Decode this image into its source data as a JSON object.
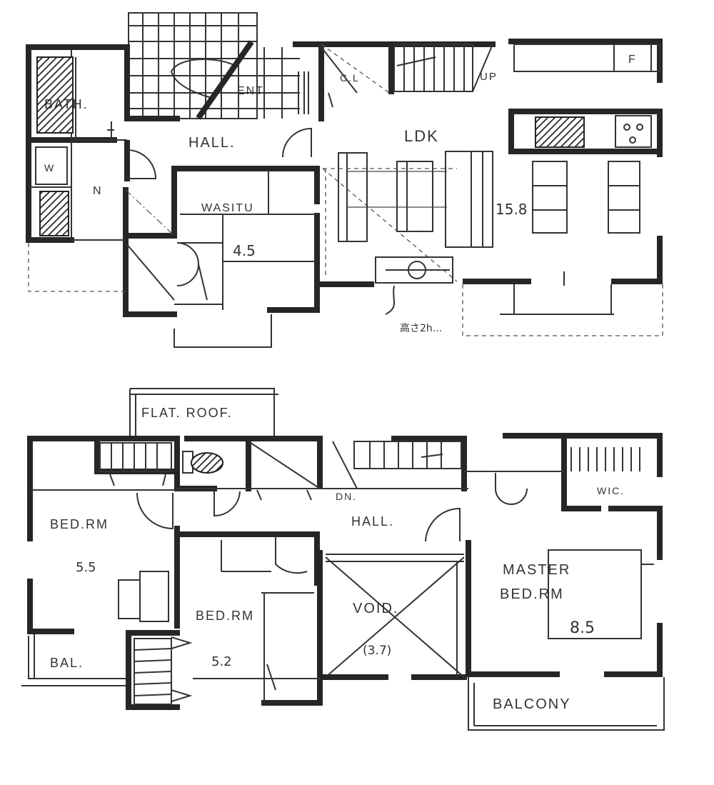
{
  "ground_floor": {
    "rooms": {
      "bath": "BATH.",
      "washer": "W",
      "closet": "N",
      "hall": "HALL.",
      "entry": "ENT.",
      "cloak": "C.L",
      "up": "UP",
      "fridge": "F",
      "ldk": "LDK",
      "ldk_area": "15.8",
      "washitsu": "WASITU",
      "washitsu_area": "4.5",
      "note": "高さ2h..."
    }
  },
  "upper_floor": {
    "rooms": {
      "flat_roof": "FLAT. ROOF.",
      "bed1": "BED.RM",
      "bed1_area": "5.5",
      "bal_small": "BAL.",
      "down": "DN.",
      "hall": "HALL.",
      "bed2": "BED.RM",
      "bed2_area": "5.2",
      "void": "VOID.",
      "void_area": "(3.7)",
      "wic": "WIC.",
      "master": "MASTER",
      "master_sub": "BED.RM",
      "master_area": "8.5",
      "balcony": "BALCONY"
    }
  },
  "colors": {
    "ink": "#262626",
    "paper": "#ffffff"
  },
  "icons": [
    "toilet-icon",
    "stove-icon",
    "sink-icon",
    "bathtub-icon",
    "fridge-icon"
  ]
}
